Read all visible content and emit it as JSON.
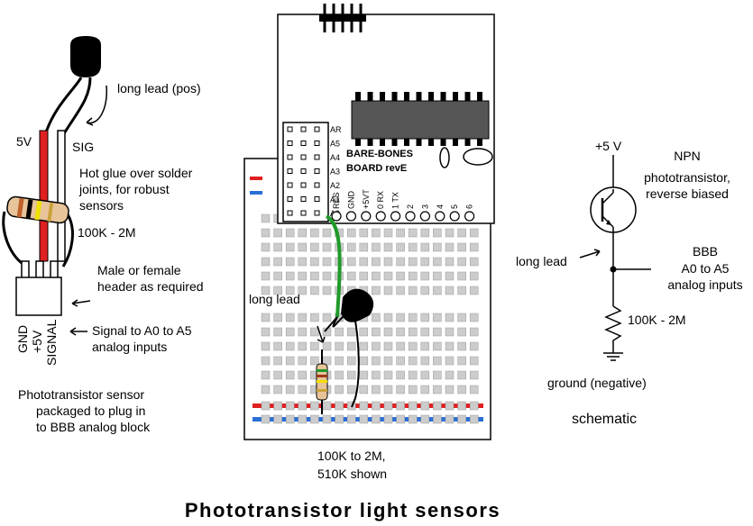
{
  "sensor": {
    "long_lead": "long lead (pos)",
    "v5": "5V",
    "sig": "SIG",
    "hot_glue": [
      "Hot glue over solder",
      "joints, for robust",
      "sensors"
    ],
    "resistor": "100K - 2M",
    "header": [
      "Male or female",
      "header as required"
    ],
    "pins": [
      "GND",
      "+5V",
      "SIGNAL"
    ],
    "signal_note": [
      "Signal to A0  to A5",
      "analog inputs"
    ],
    "caption": [
      "Phototransistor sensor",
      "packaged to plug in",
      "to BBB analog block"
    ]
  },
  "board": {
    "name": [
      "BARE-BONES",
      "BOARD revE"
    ],
    "analog_pins": [
      "AR",
      "A5",
      "A4",
      "A3",
      "A2",
      "A1",
      "A0"
    ],
    "digital_pins": [
      "RES",
      "GND",
      "+5VT",
      "0 RX",
      "1 TX",
      "2",
      "3",
      "4",
      "5",
      "6"
    ],
    "long_lead": "long lead",
    "resistor_note": [
      "100K to 2M,",
      "510K shown"
    ]
  },
  "schematic": {
    "v5": "+5 V",
    "npn": [
      "NPN",
      "phototransistor,",
      "reverse biased"
    ],
    "long_lead": "long lead",
    "bbb": [
      "BBB",
      "A0  to A5",
      "analog inputs"
    ],
    "resistor": "100K - 2M",
    "ground": "ground (negative)",
    "caption": "schematic"
  },
  "title": "Phototransistor light sensors",
  "colors": {
    "red": "#e02020",
    "blue": "#2a6fd6",
    "green": "#1f9a2a",
    "chip": "#555555"
  }
}
